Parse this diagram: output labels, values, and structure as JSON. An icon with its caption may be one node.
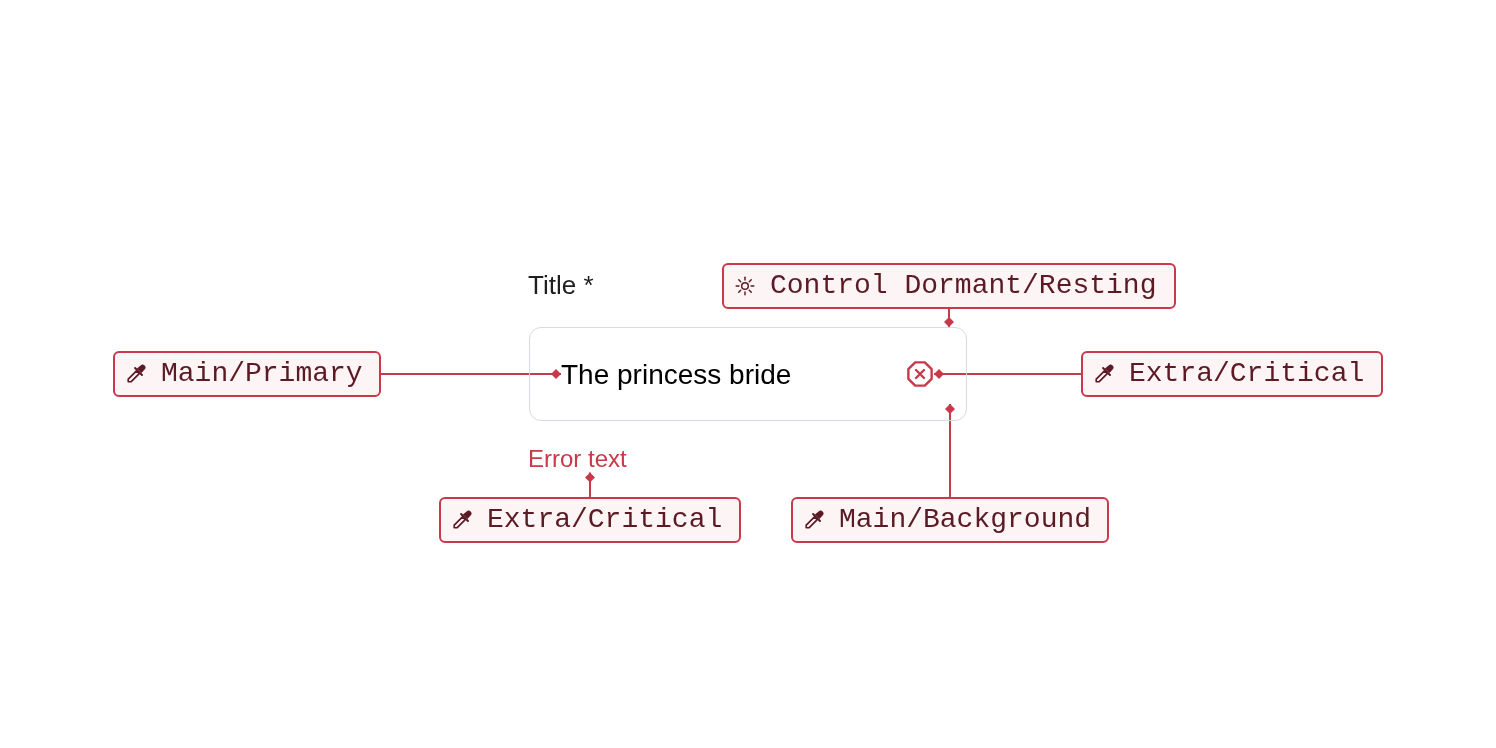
{
  "diagram": {
    "nodes": [
      {
        "text": [
          "Control Dormant/Resting"
        ]
      },
      {
        "text": [
          "Main/Primary"
        ]
      },
      {
        "text": [],
        "shape": "box",
        "beside": [
          "Title *"
        ]
      },
      {
        "text": [
          "The princess bride"
        ],
        "in": 2
      },
      {
        "text": [],
        "shape": "octagon",
        "in": 2
      },
      {
        "text": [
          "Extra/Critical"
        ]
      },
      {
        "text": [
          "Error text"
        ]
      },
      {
        "text": [
          "Extra/Critical"
        ]
      },
      {
        "text": [
          "Main/Background"
        ]
      }
    ],
    "edges": [
      {
        "from": 0,
        "to": 2,
        "arrow": "other"
      },
      {
        "from": 1,
        "to": 3,
        "arrow": "other"
      },
      {
        "from": 5,
        "to": 4,
        "arrow": "other"
      },
      {
        "from": 7,
        "to": 6,
        "arrow": "other"
      },
      {
        "from": 8,
        "to": 2,
        "arrow": "other"
      }
    ]
  }
}
